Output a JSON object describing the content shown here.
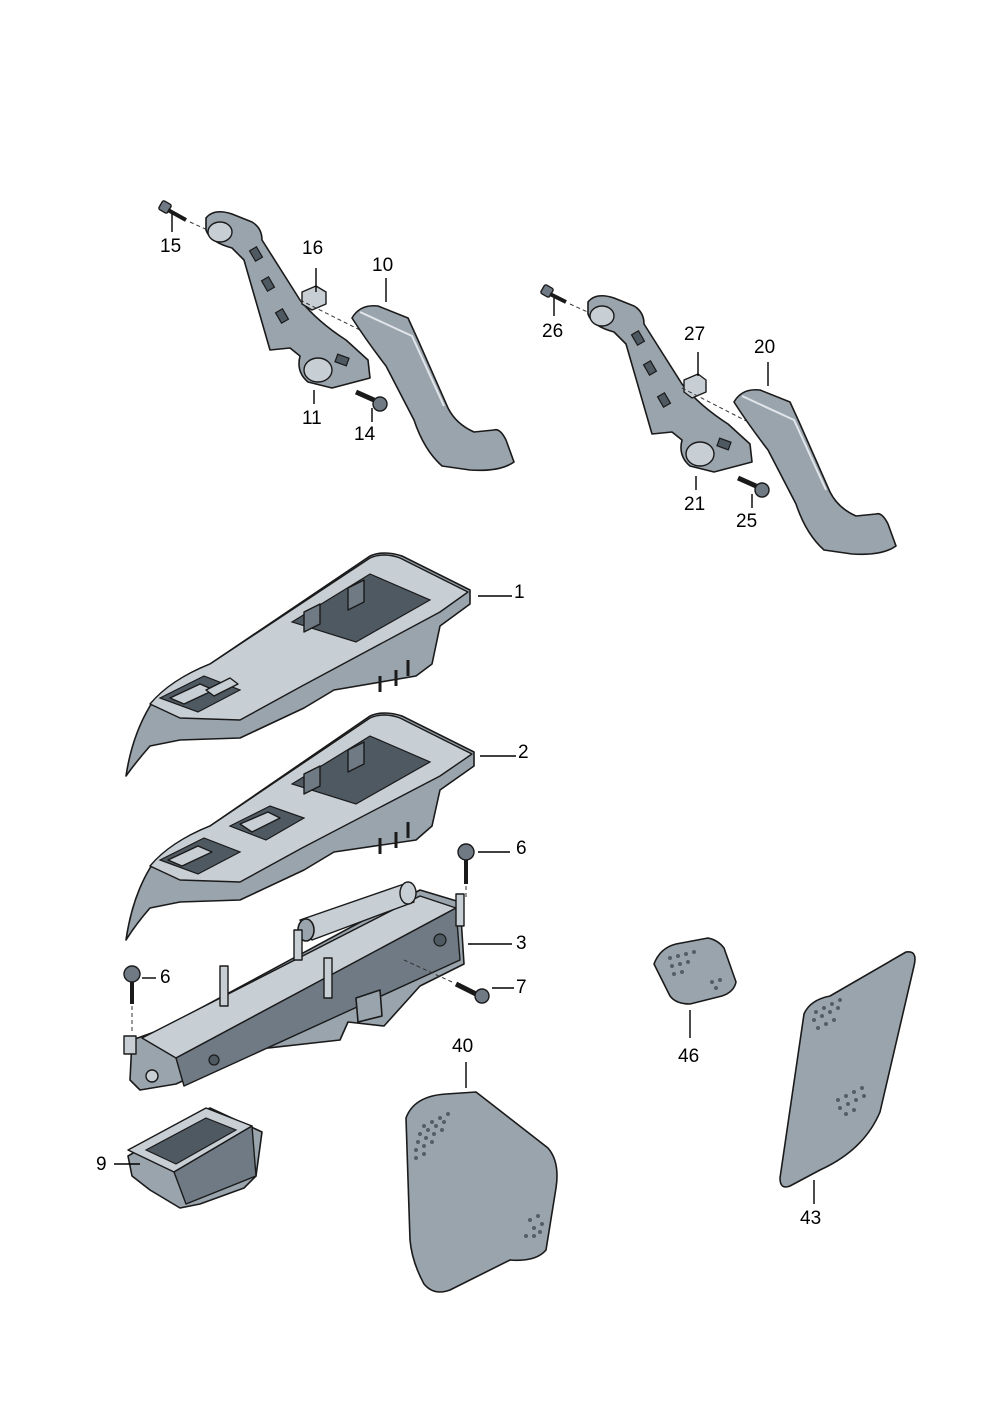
{
  "callouts": {
    "c1": "1",
    "c2": "2",
    "c3": "3",
    "c6a": "6",
    "c6b": "6",
    "c7": "7",
    "c9": "9",
    "c10": "10",
    "c11": "11",
    "c14": "14",
    "c15": "15",
    "c16": "16",
    "c20": "20",
    "c21": "21",
    "c25": "25",
    "c26": "26",
    "c27": "27",
    "c40": "40",
    "c43": "43",
    "c46": "46"
  },
  "colors": {
    "part_fill": "#9aa4ad",
    "part_highlight": "#c7ced4",
    "part_shadow": "#6f7a84",
    "outline": "#1a1a1a"
  }
}
